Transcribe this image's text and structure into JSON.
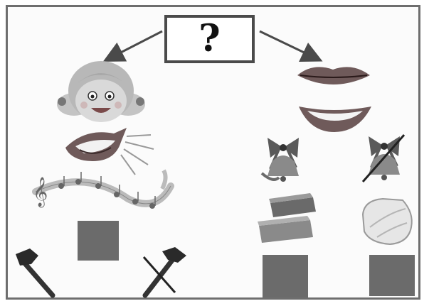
{
  "center_box": {
    "text": "?"
  },
  "colors": {
    "frame": "#6e6e6e",
    "square": "#6b6b6b",
    "arrow": "#4a4a4a",
    "lips": "#7a5a5a",
    "hair": "#b9b9b9",
    "bow": "#5a5a5a",
    "brick": "#8a8a8a"
  },
  "left_column": [
    "girl-face-icon",
    "singing-mouth-icon",
    "music-notes-ribbon-icon",
    "square",
    "hammer-icon",
    "crossed-out-hammer-icon"
  ],
  "right_column": [
    "closed-lips-icon",
    "open-smiling-lips-icon",
    "bell-with-bow-icon",
    "crossed-out-bell-icon",
    "brick-icon",
    "pillow-icon",
    "square",
    "square"
  ]
}
